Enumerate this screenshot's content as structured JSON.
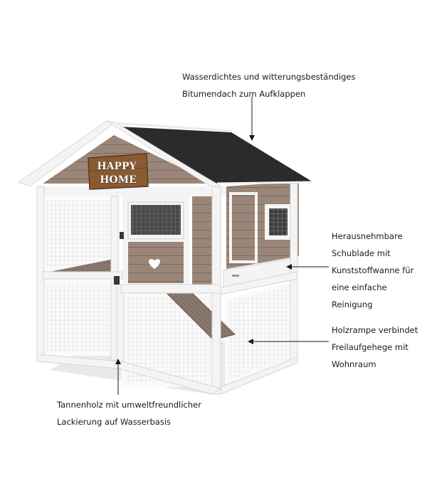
{
  "sign": {
    "line1": "HAPPY",
    "line2": "HOME"
  },
  "callouts": {
    "roof": [
      "Wasserdichtes und witterungsbeständiges",
      "Bitumendach zum Aufklappen"
    ],
    "drawer": [
      "Herausnehmbare",
      "Schublade mit",
      "Kunststoffwanne für",
      "eine einfache",
      "Reinigung"
    ],
    "ramp": [
      "Holzrampe verbindet",
      "Freilaufgehege mit",
      "Wohnraum"
    ],
    "wood": [
      "Tannenholz mit umweltfreundlicher",
      "Lackierung auf Wasserbasis"
    ]
  },
  "colors": {
    "roof": "#2b2b2b",
    "wood": "#9a8679",
    "frame": "#f4f4f4",
    "sign": "#8a5a32",
    "mesh": "#b8b8b8",
    "text": "#1a1a1a"
  }
}
